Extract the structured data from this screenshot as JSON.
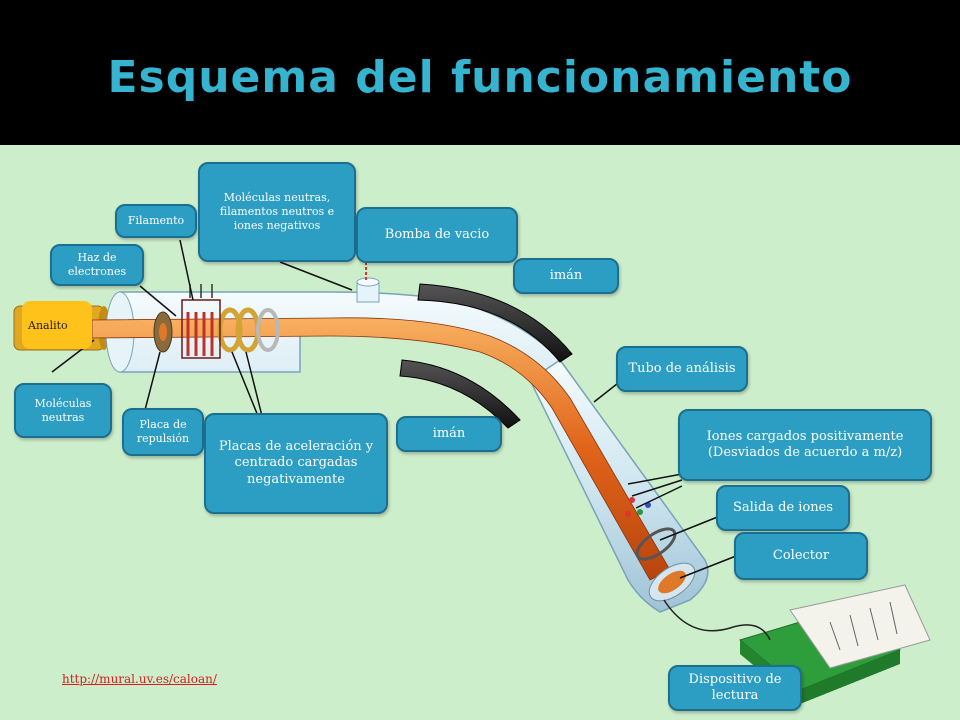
{
  "title": "Esquema del funcionamiento",
  "labels": {
    "analito": "Analito",
    "haz": "Haz de electrones",
    "filamento": "Filamento",
    "moleculas_neutras_top": "Moléculas neutras, filamentos neutros e iones negativos",
    "bomba": "Bomba de vacio",
    "iman_top": "imán",
    "tubo": "Tubo de análisis",
    "moleculas_neutras": "Moléculas neutras",
    "placa_repulsion": "Placa de repulsión",
    "placas_aceleracion": "Placas de aceleración y centrado cargadas negativamente",
    "iman_bottom": "imán",
    "iones": "Iones cargados positivamente (Desviados de acuerdo a m/z)",
    "salida": "Salida de iones",
    "colector": "Colector",
    "dispositivo": "Dispositivo de lectura"
  },
  "link": "http://mural.uv.es/caloan/",
  "colors": {
    "background": "#cdeecb",
    "label_fill": "#2d9ec3",
    "title": "#35b3cf",
    "beam": "#f07a1e",
    "analito": "#ffc21a"
  }
}
